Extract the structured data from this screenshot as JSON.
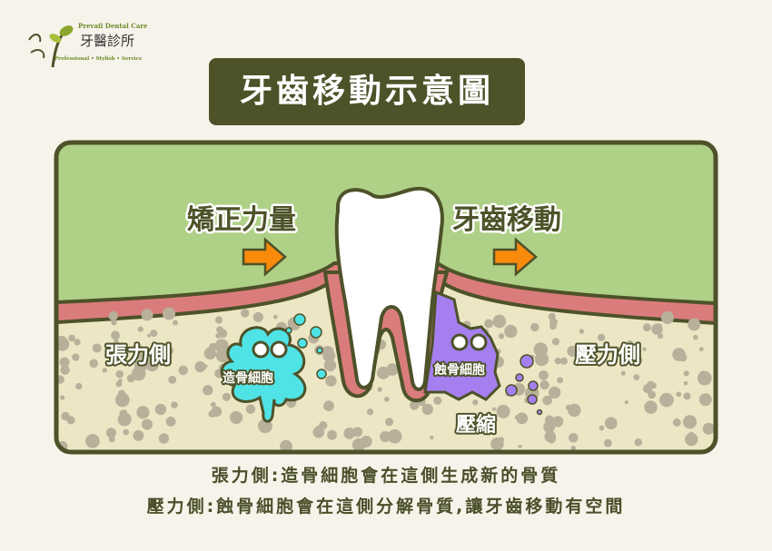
{
  "logo": {
    "en": "Prevail Dental Care",
    "zh": "牙醫診所",
    "tagline": "Professional • Stylish • Service"
  },
  "title": "牙齒移動示意圖",
  "diagram": {
    "force_label": "矯正力量",
    "movement_label": "牙齒移動",
    "tension_side": "張力側",
    "pressure_side": "壓力側",
    "osteoblast": "造骨細胞",
    "osteoclast": "蝕骨細胞",
    "compression": "壓縮"
  },
  "captions": [
    "張力側:造骨細胞會在這側生成新的骨質",
    "壓力側:蝕骨細胞會在這側分解骨質,讓牙齒移動有空間"
  ],
  "colors": {
    "outline": "#4d5229",
    "gum_area": "#afd087",
    "gingiva": "#db7c7c",
    "bone": "#ece6c5",
    "osteoblast": "#4fe3e6",
    "osteoclast": "#a57ff0",
    "arrow": "#f98a0c"
  }
}
